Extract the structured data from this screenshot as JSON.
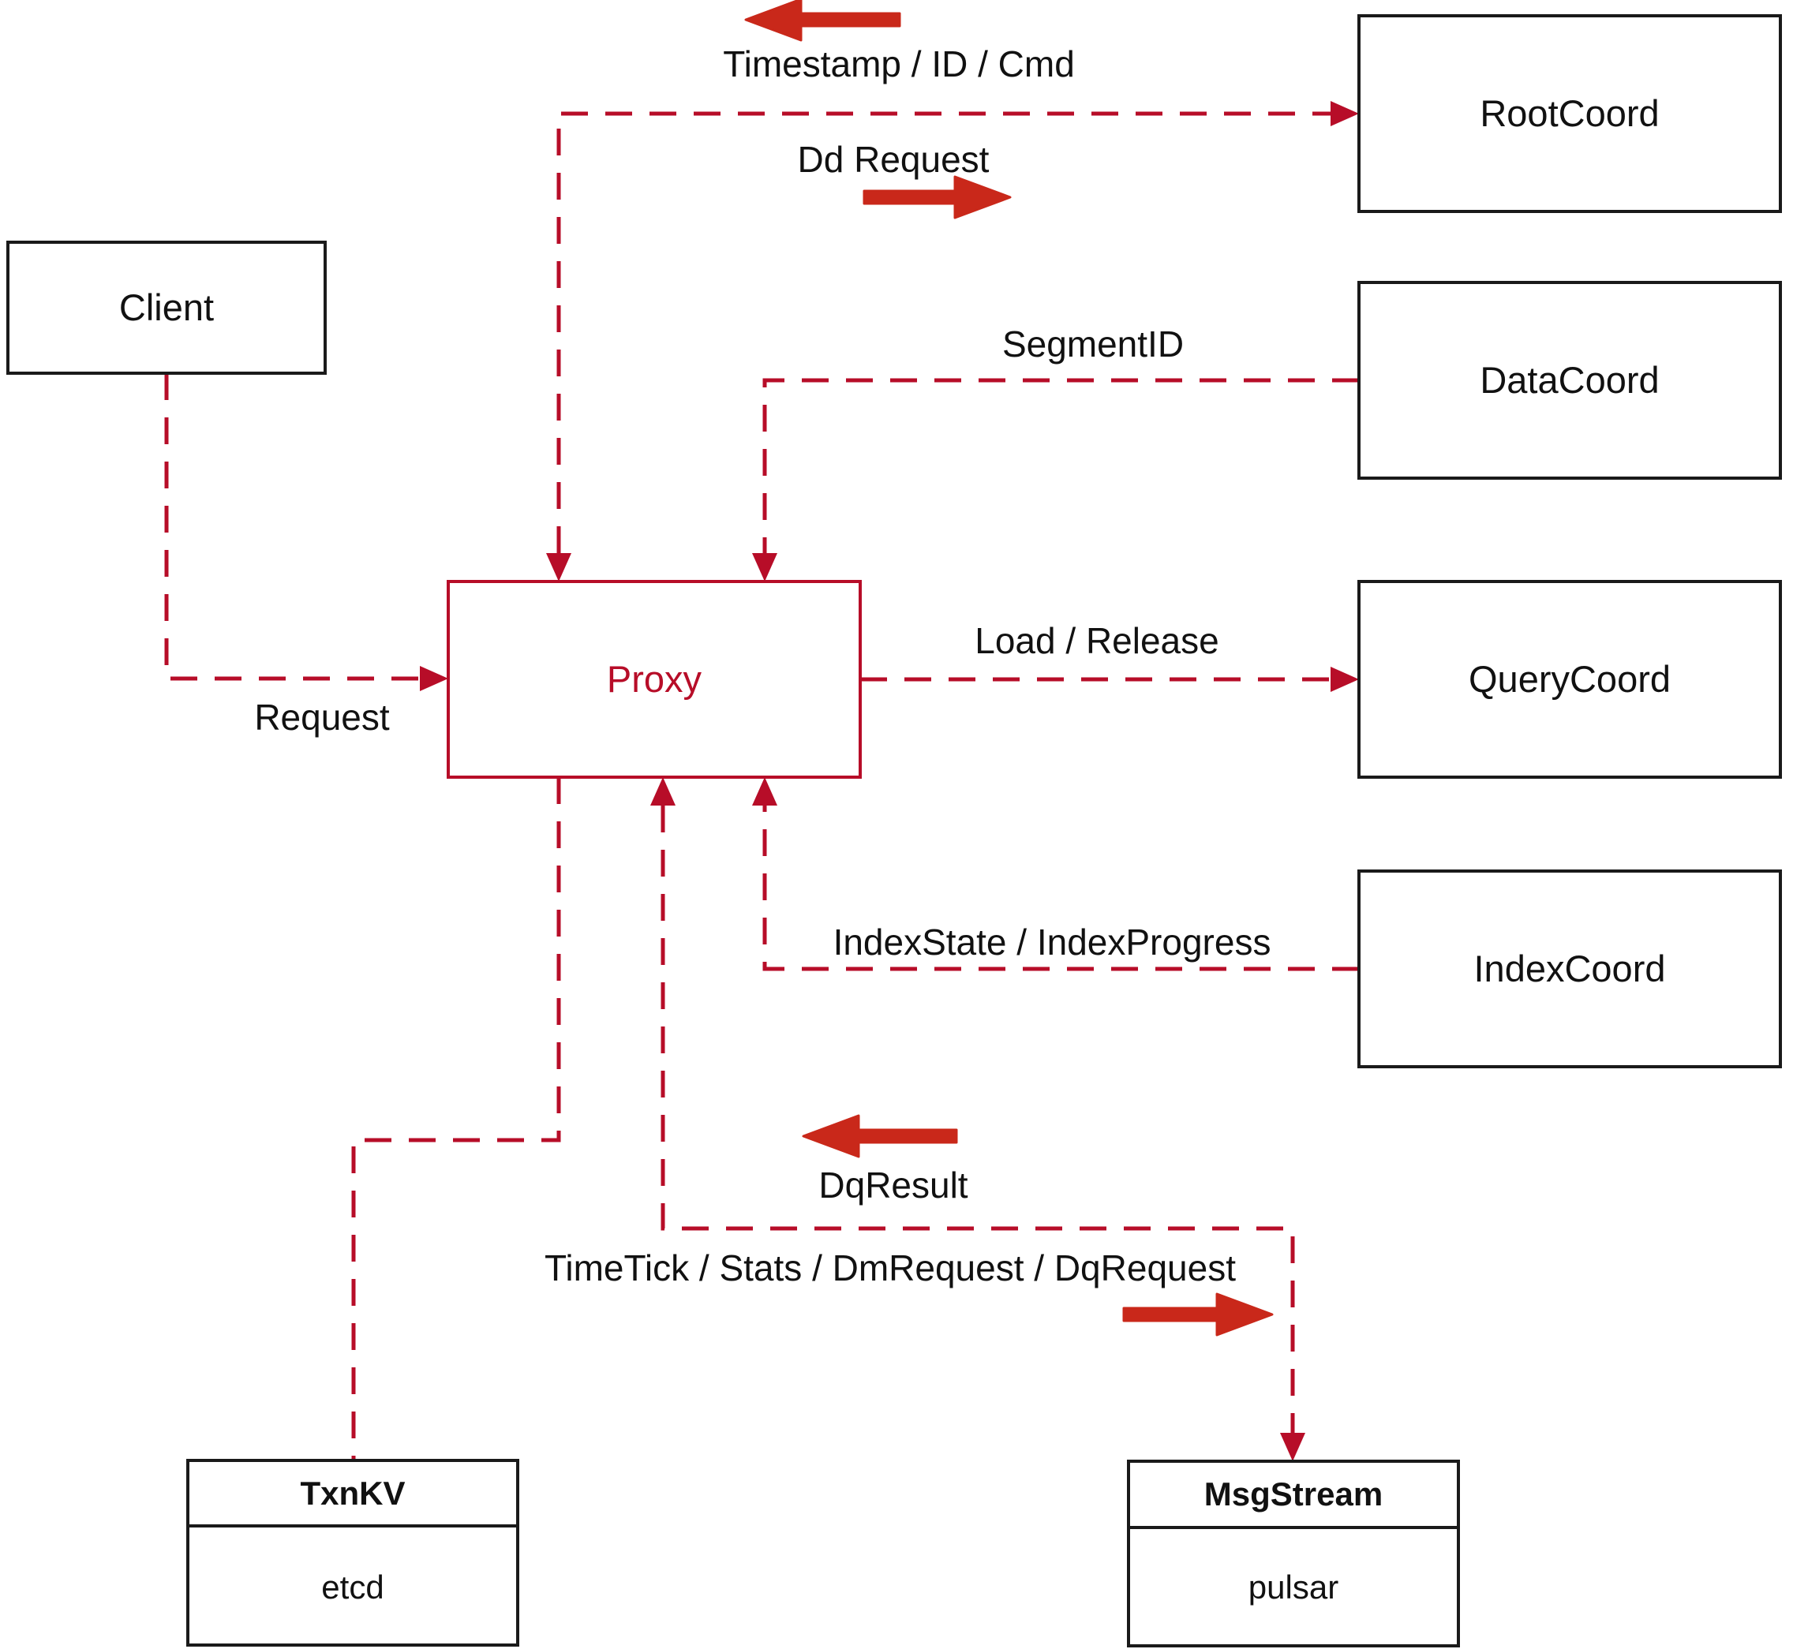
{
  "diagram": {
    "colors": {
      "line_red": "#b70d28",
      "arrow_red": "#c9281a",
      "box_border": "#1a1a1a",
      "text": "#111111",
      "background": "#ffffff"
    },
    "nodes": {
      "client": {
        "label": "Client"
      },
      "proxy": {
        "label": "Proxy"
      },
      "root_coord": {
        "label": "RootCoord"
      },
      "data_coord": {
        "label": "DataCoord"
      },
      "query_coord": {
        "label": "QueryCoord"
      },
      "index_coord": {
        "label": "IndexCoord"
      },
      "txn_kv": {
        "title": "TxnKV",
        "impl": "etcd"
      },
      "msg_stream": {
        "title": "MsgStream",
        "impl": "pulsar"
      }
    },
    "edges": {
      "client_proxy": {
        "label": "Request"
      },
      "proxy_rootcoord_up": {
        "label": "Timestamp / ID / Cmd"
      },
      "proxy_rootcoord_down": {
        "label": "Dd Request"
      },
      "datacoord_proxy": {
        "label": "SegmentID"
      },
      "proxy_querycoord": {
        "label": "Load / Release"
      },
      "indexcoord_proxy": {
        "label": "IndexState / IndexProgress"
      },
      "msgstream_proxy": {
        "label": "DqResult"
      },
      "proxy_msgstream": {
        "label": "TimeTick / Stats / DmRequest / DqRequest"
      }
    }
  }
}
